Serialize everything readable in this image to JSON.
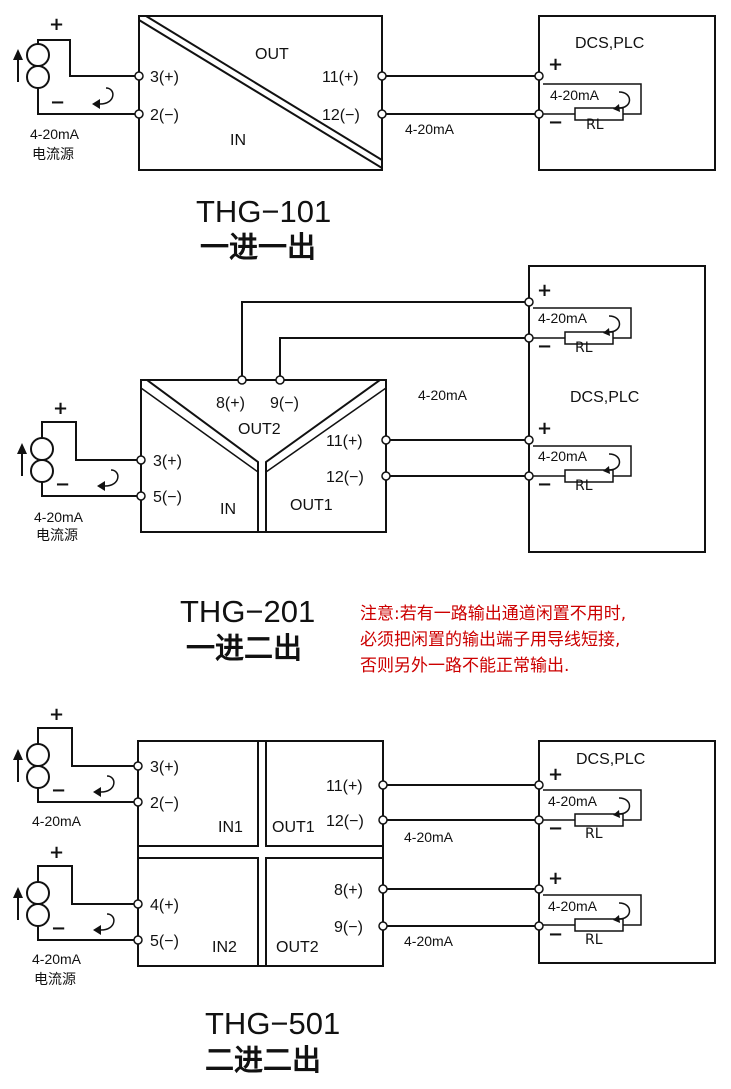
{
  "common": {
    "current": "4-20mA",
    "source_cn": "电流源",
    "dcs": "DCS,PLC",
    "rl": "RL",
    "plus": "+",
    "minus": "−"
  },
  "d1": {
    "model": "THG−101",
    "desc": "一进一出",
    "out": "OUT",
    "in": "IN",
    "t_in_pos": "3(+)",
    "t_in_neg": "2(−)",
    "t_out_pos": "11(+)",
    "t_out_neg": "12(−)"
  },
  "d2": {
    "model": "THG−201",
    "desc": "一进二出",
    "out2": "OUT2",
    "out1": "OUT1",
    "in": "IN",
    "t_in_pos": "3(+)",
    "t_in_neg": "5(−)",
    "t_out2_pos": "8(+)",
    "t_out2_neg": "9(−)",
    "t_out1_pos": "11(+)",
    "t_out1_neg": "12(−)",
    "note": [
      "注意:若有一路输出通道闲置不用时,",
      "必须把闲置的输出端子用导线短接,",
      "否则另外一路不能正常输出."
    ]
  },
  "d3": {
    "model": "THG−501",
    "desc": "二进二出",
    "in1": "IN1",
    "in2": "IN2",
    "out1": "OUT1",
    "out2": "OUT2",
    "t_in1_pos": "3(+)",
    "t_in1_neg": "2(−)",
    "t_in2_pos": "4(+)",
    "t_in2_neg": "5(−)",
    "t_out1_pos": "11(+)",
    "t_out1_neg": "12(−)",
    "t_out2_pos": "8(+)",
    "t_out2_neg": "9(−)"
  }
}
